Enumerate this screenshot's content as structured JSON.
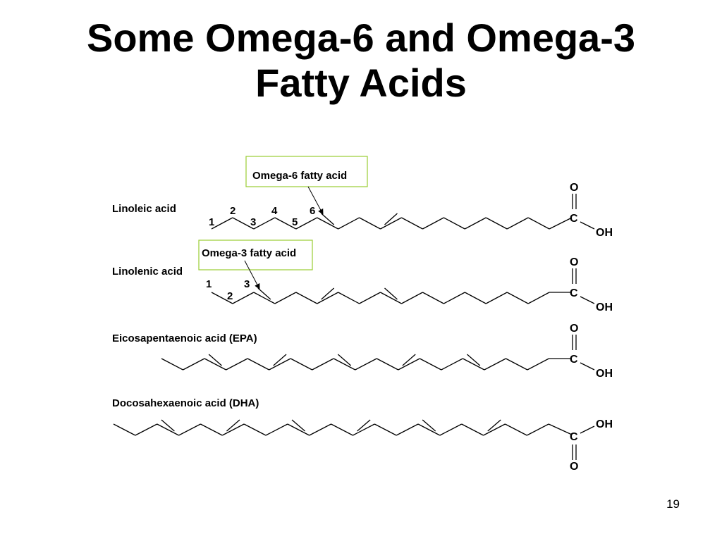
{
  "slide": {
    "title_line1": "Some Omega-6 and Omega-3",
    "title_line2": "Fatty Acids",
    "page_number": "19"
  },
  "callouts": {
    "omega6": "Omega-6 fatty acid",
    "omega3": "Omega-3 fatty acid"
  },
  "colors": {
    "callout_border": "#9acd32",
    "bond": "#000000"
  },
  "molecules": [
    {
      "name": "Linoleic acid",
      "carbon_count": 18,
      "double_bonds_at": [
        6,
        9
      ],
      "numbered_carbons": [
        "1",
        "2",
        "3",
        "4",
        "5",
        "6"
      ],
      "atoms": {
        "carbonyl_o": "O",
        "carbon": "C",
        "hydroxyl": "OH"
      }
    },
    {
      "name": "Linolenic acid",
      "carbon_count": 18,
      "double_bonds_at": [
        3,
        6,
        9
      ],
      "numbered_carbons": [
        "1",
        "2",
        "3"
      ],
      "atoms": {
        "carbonyl_o": "O",
        "carbon": "C",
        "hydroxyl": "OH"
      }
    },
    {
      "name": "Eicosapentaenoic acid (EPA)",
      "carbon_count": 20,
      "double_bonds_at": [
        3,
        6,
        9,
        12,
        15
      ],
      "atoms": {
        "carbonyl_o": "O",
        "carbon": "C",
        "hydroxyl": "OH"
      }
    },
    {
      "name": "Docosahexaenoic acid (DHA)",
      "carbon_count": 22,
      "double_bonds_at": [
        3,
        6,
        9,
        12,
        15,
        18
      ],
      "atoms": {
        "carbonyl_o": "O",
        "carbon": "C",
        "hydroxyl": "OH"
      }
    }
  ]
}
